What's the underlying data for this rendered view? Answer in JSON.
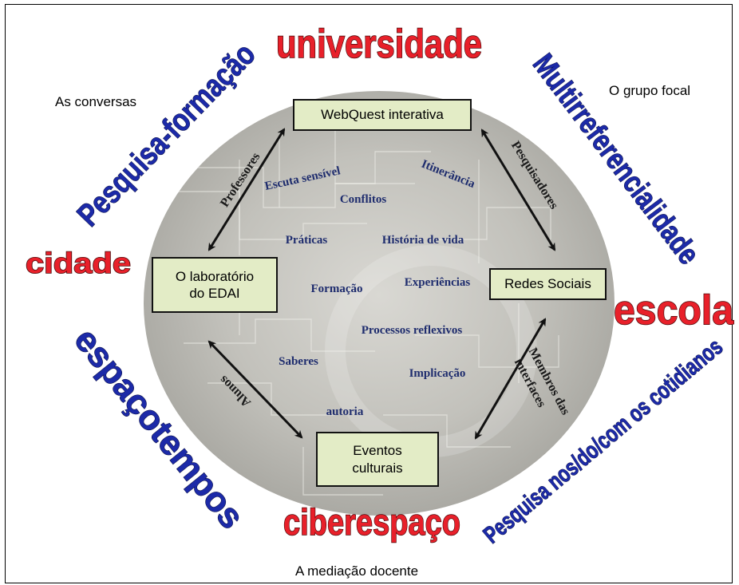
{
  "center_boxes": {
    "webquest": "WebQuest interativa",
    "laboratorio": "O laboratório\ndo EDAI",
    "redes": "Redes Sociais",
    "eventos": "Eventos\nculturais"
  },
  "arrow_labels": {
    "professores": "Professores",
    "pesquisadores": "Pesquisadores",
    "alunos": "Alunos",
    "membros_line1": "Membros das",
    "membros_line2": "interfaces"
  },
  "inner_terms": {
    "escuta": "Escuta sensível",
    "itinerancia": "Itinerância",
    "conflitos": "Conflitos",
    "praticas": "Práticas",
    "historia": "História de vida",
    "formacao": "Formação",
    "experiencias": "Experiências",
    "processos": "Processos reflexivos",
    "saberes": "Saberes",
    "implicacao": "Implicação",
    "autoria": "autoria"
  },
  "red_words": {
    "universidade": "universidade",
    "cidade": "cidade",
    "escola": "escola",
    "ciberespaco": "ciberespaço"
  },
  "blue_words": {
    "pesquisa_formacao": "Pesquisa-formação",
    "multirreferencialidade": "Multirreferencialidade",
    "espacotempos": "espaçotempos",
    "cotidianos": "Pesquisa nos/do/com os cotidianos"
  },
  "corner_texts": {
    "conversas": "As conversas",
    "grupo_focal": "O grupo focal",
    "mediacao": "A mediação docente"
  },
  "colors": {
    "red_fill": "#e8202a",
    "blue_fill": "#1c2aa8",
    "term_color": "#1f2d6e",
    "box_fill": "#e3ecc6"
  }
}
